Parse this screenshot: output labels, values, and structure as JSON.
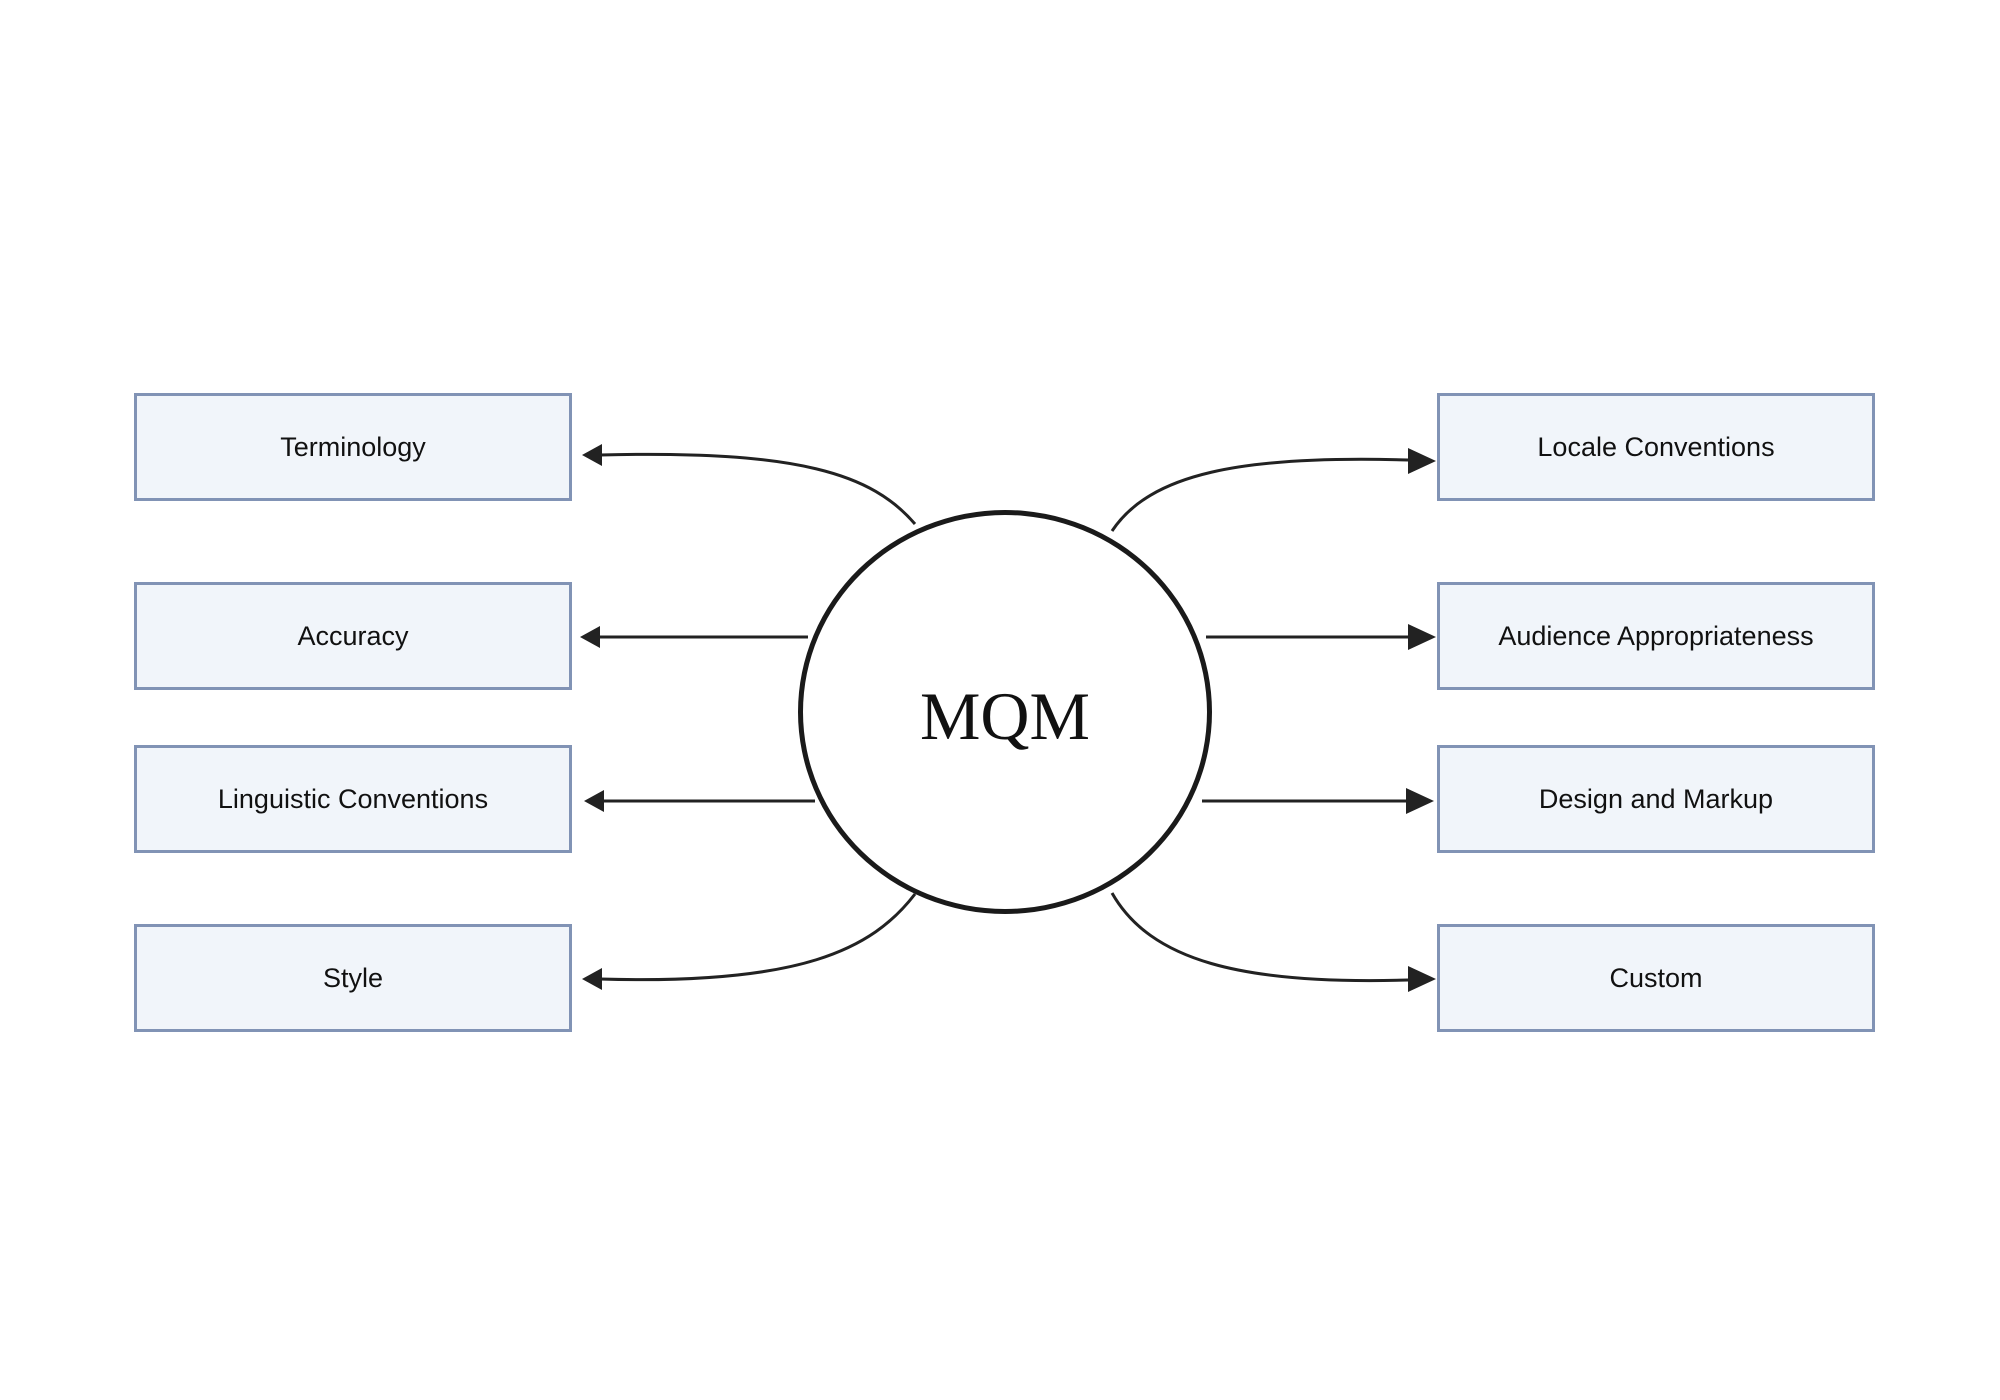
{
  "center": {
    "label": "MQM"
  },
  "left_nodes": [
    "Terminology",
    "Accuracy",
    "Linguistic Conventions",
    "Style"
  ],
  "right_nodes": [
    "Locale Conventions",
    "Audience Appropriateness",
    "Design and Markup",
    "Custom"
  ],
  "colors": {
    "box_fill": "#f1f5fa",
    "box_border": "#8193b5",
    "line": "#222222",
    "circle_border": "#1a1a1a"
  }
}
